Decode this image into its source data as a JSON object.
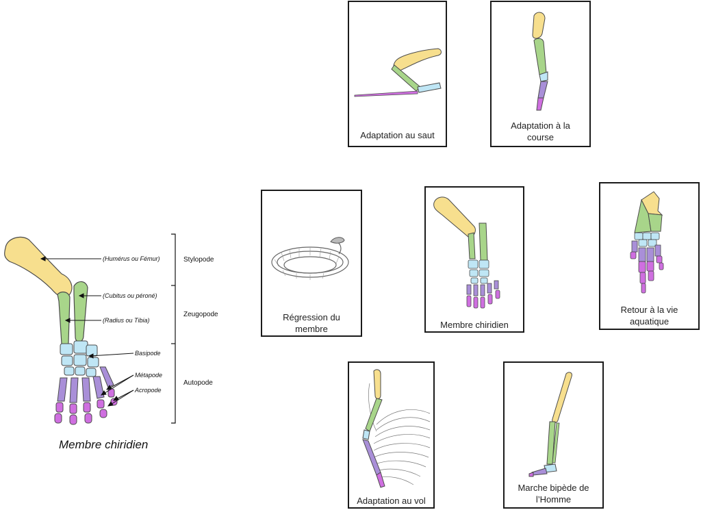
{
  "colors": {
    "stylopode": "#f7df8e",
    "zeugopode": "#a8d58a",
    "basipode": "#bfe6f5",
    "metapode": "#a98fd8",
    "acropode": "#cf6fe0",
    "outline": "#4a4a4a"
  },
  "main_diagram": {
    "caption": "Membre chiridien",
    "labels": {
      "humerus": "(Humérus ou Fémur)",
      "cubitus": "(Cubitus ou péroné)",
      "radius": "(Radius ou Tibia)",
      "basipode": "Basipode",
      "metapode": "Métapode",
      "acropode": "Acropode"
    },
    "segments": {
      "stylopode": "Stylopode",
      "zeugopode": "Zeugopode",
      "autopode": "Autopode"
    }
  },
  "cards": {
    "saut": "Adaptation au saut",
    "course": "Adaptation à la course",
    "regression": "Régression du membre",
    "chiridien": "Membre chiridien",
    "aquatique": "Retour à la vie aquatique",
    "vol": "Adaptation au vol",
    "bipede": "Marche bipède de l’Homme"
  }
}
